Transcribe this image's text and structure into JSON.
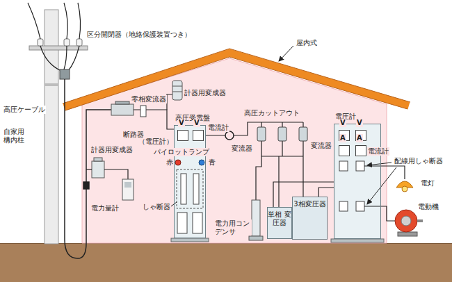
{
  "diagram": {
    "nodes": [
      {
        "text": [
          "高圧受電盤"
        ]
      },
      {
        "text": [
          "V"
        ],
        "in": 0
      },
      {
        "text": [
          "V"
        ],
        "in": 0
      },
      {
        "text": [
          "単相 変圧器"
        ]
      },
      {
        "text": [
          "3相変圧器"
        ]
      },
      {
        "text": [
          "電圧計"
        ]
      },
      {
        "text": [
          "V"
        ],
        "in": 5
      },
      {
        "text": [
          "V"
        ],
        "in": 5
      },
      {
        "text": [
          "A"
        ],
        "in": 5
      },
      {
        "text": [
          "A"
        ],
        "in": 5
      }
    ],
    "edges": [
      {
        "from": 3,
        "to": 5,
        "arrow": "none"
      },
      {
        "from": 4,
        "to": 5,
        "arrow": "none"
      }
    ],
    "labels": [
      "区分開閉器（地絡保護装置つき）",
      "屋内式",
      "零相変流器",
      "計器用変成器",
      "断路器",
      "高圧ケーブル",
      "自家用構内柱",
      "計器用変成器",
      "電力量計",
      "電流計",
      "（電圧計）",
      "パイロットランプ",
      "赤",
      "青",
      "しゃ断器",
      "高圧カットアウト",
      "変流器",
      "変流器",
      "電力用コンデンサ",
      "電流計",
      "配線用しゃ断器",
      "電灯",
      "電動機"
    ]
  }
}
